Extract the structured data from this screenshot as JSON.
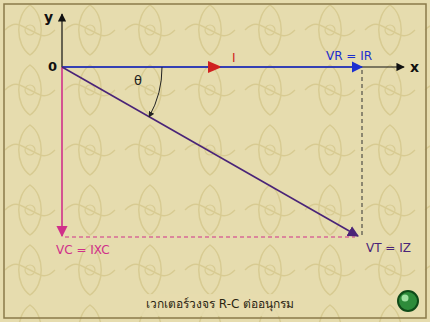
{
  "diagram": {
    "caption": "เวกเตอร์วงจร R-C ต่ออนุกรม",
    "labels": [
      "y",
      "0",
      "x",
      "I",
      "VR = IR",
      "θ",
      "VC = IXC",
      "VT = IZ"
    ]
  }
}
